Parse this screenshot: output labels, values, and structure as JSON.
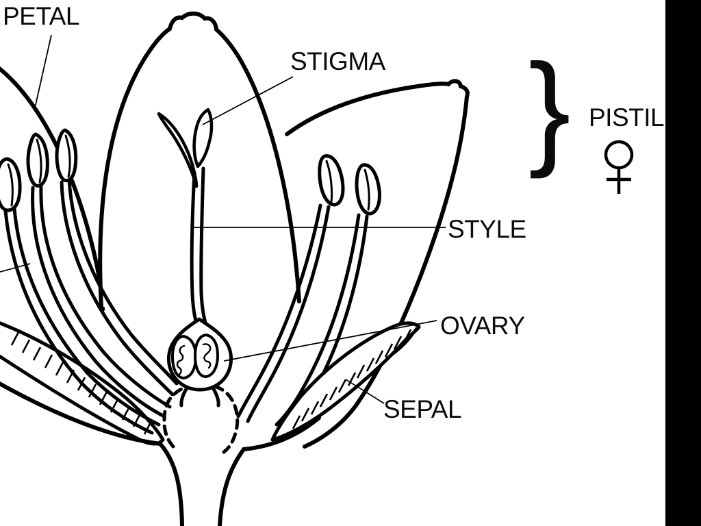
{
  "diagram": {
    "type": "flower-anatomy-cross-section",
    "labels": {
      "petal": "PETAL",
      "stigma": "STIGMA",
      "style": "STYLE",
      "ovary": "OVARY",
      "sepal": "SEPAL",
      "pistil": "PISTIL"
    },
    "symbols": {
      "pistil_brace": "}",
      "female_sign": "♀"
    },
    "colors": {
      "ink": "#000000",
      "background": "#ffffff",
      "right_sidebar": "#000000"
    }
  }
}
